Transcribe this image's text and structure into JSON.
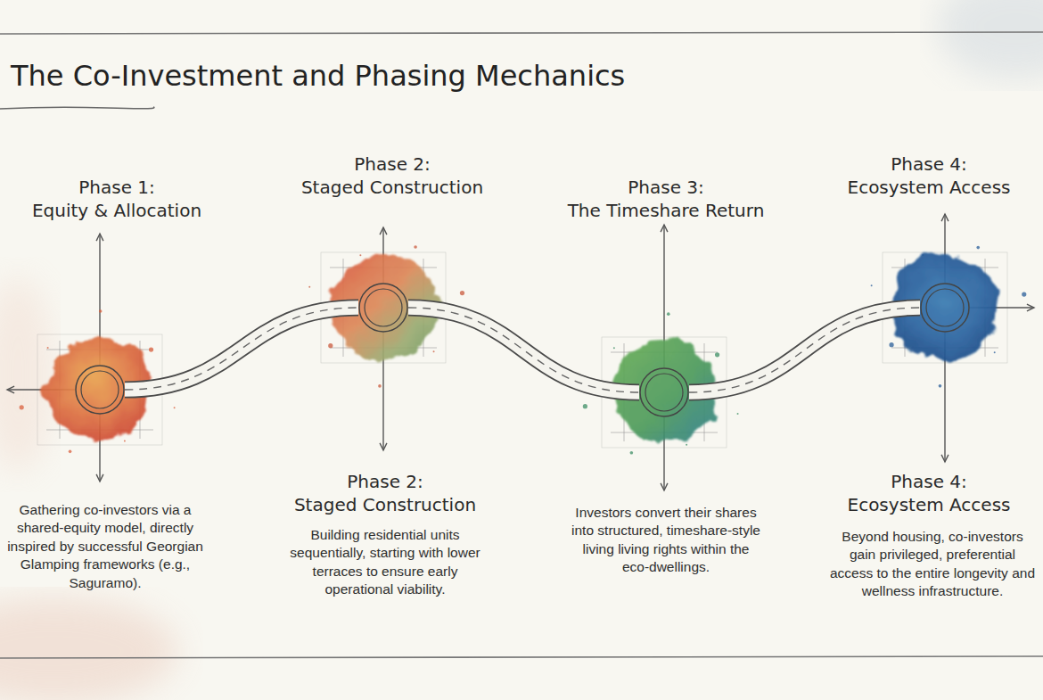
{
  "diagram": {
    "title": "The Co-Investment and Phasing Mechanics",
    "nodes": [
      {
        "text": [
          "Phase 1: Equity & Allocation",
          "Gathering co-investors via a shared-equity model, directly inspired by successful Georgian Glamping frameworks (e.g., Saguramo)."
        ]
      },
      {
        "text": [
          "Phase 2: Staged Construction",
          "Phase 2: Staged Construction",
          "Building residential units sequentially, starting with lower terraces to ensure early operational viability."
        ]
      },
      {
        "text": [
          "Phase 3: The Timeshare Return",
          "Investors convert their shares into structured, timeshare-style living living rights within the eco-dwellings."
        ]
      },
      {
        "text": [
          "Phase 4: Ecosystem Access",
          "Phase 4: Ecosystem Access",
          "Beyond housing, co-investors gain privileged, preferential access to the entire longevity and wellness infrastructure."
        ]
      }
    ],
    "edges": [
      {
        "from": 0,
        "to": 1,
        "arrow": "none"
      },
      {
        "from": 1,
        "to": 2,
        "arrow": "none"
      },
      {
        "from": 2,
        "to": 3,
        "arrow": "none"
      }
    ]
  }
}
